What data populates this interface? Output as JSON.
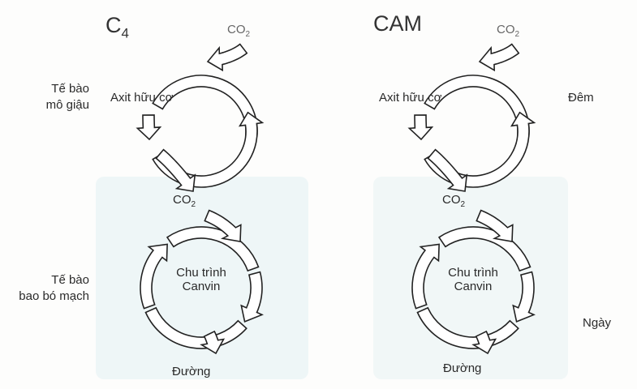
{
  "left": {
    "title": "C",
    "title_sub": "4",
    "co2_in": "CO",
    "co2_in_sub": "2",
    "acid": "Axit hữu cơ",
    "co2_mid": "CO",
    "co2_mid_sub": "2",
    "cycle": [
      "Chu trình",
      "Canvin"
    ],
    "sugar": "Đường"
  },
  "right": {
    "title": "CAM",
    "co2_in": "CO",
    "co2_in_sub": "2",
    "acid": "Axit hữu cơ",
    "co2_mid": "CO",
    "co2_mid_sub": "2",
    "cycle": [
      "Chu trình",
      "Canvin"
    ],
    "sugar": "Đường"
  },
  "side_labels": {
    "mesophyll": [
      "Tế bào",
      "mô giậu"
    ],
    "bundle_sheath": [
      "Tế bào",
      "bao bó mạch"
    ],
    "night": "Đêm",
    "day": "Ngày"
  },
  "colors": {
    "outline": "#222222",
    "fill": "#ffffff",
    "tint": "#eef6f7"
  }
}
